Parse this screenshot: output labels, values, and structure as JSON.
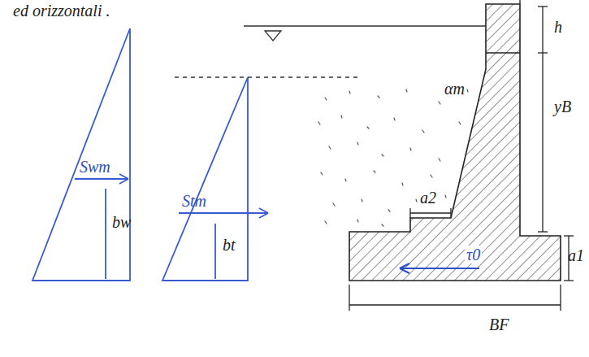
{
  "diagram": {
    "labels": [
      "ed orizzontali .",
      "h",
      "yB",
      "αm",
      "a2",
      "a1",
      "Swm",
      "bw",
      "Stm",
      "bt",
      "τ0",
      "BF"
    ]
  }
}
